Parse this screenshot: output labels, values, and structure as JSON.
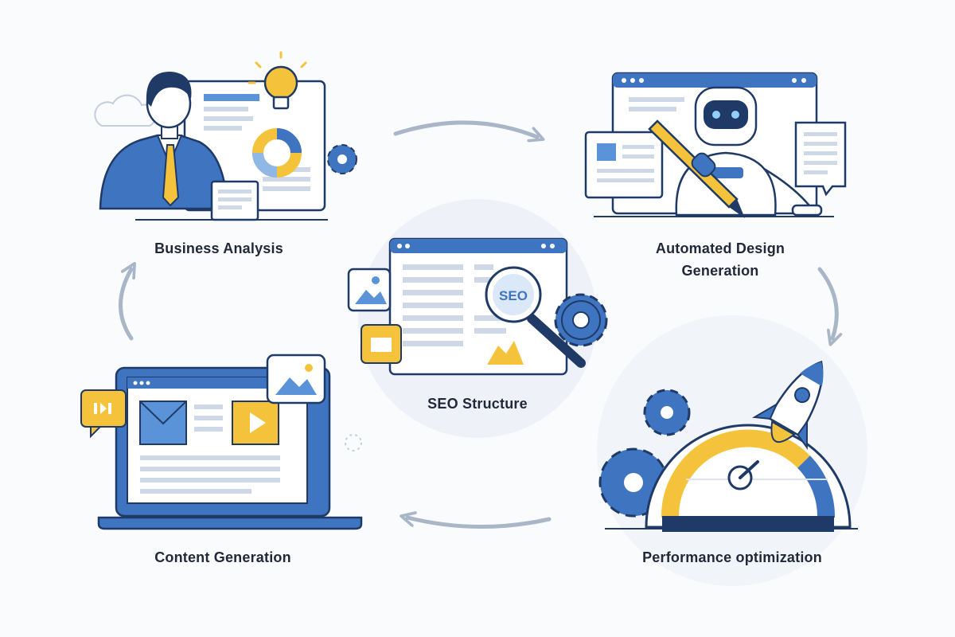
{
  "colors": {
    "blue": "#3f74c0",
    "light_blue": "#8fb8e6",
    "yellow": "#f5c33b",
    "outline": "#1f3a66",
    "arrow": "#a9b6c8",
    "text": "#22283a"
  },
  "steps": {
    "business_analysis": {
      "label": "Business Analysis"
    },
    "automated_design": {
      "line1": "Automated Design",
      "line2": "Generation"
    },
    "seo_structure": {
      "label": "SEO Structure",
      "badge": "SEO"
    },
    "content_generation": {
      "label": "Content Generation"
    },
    "performance": {
      "label": "Performance optimization"
    }
  }
}
